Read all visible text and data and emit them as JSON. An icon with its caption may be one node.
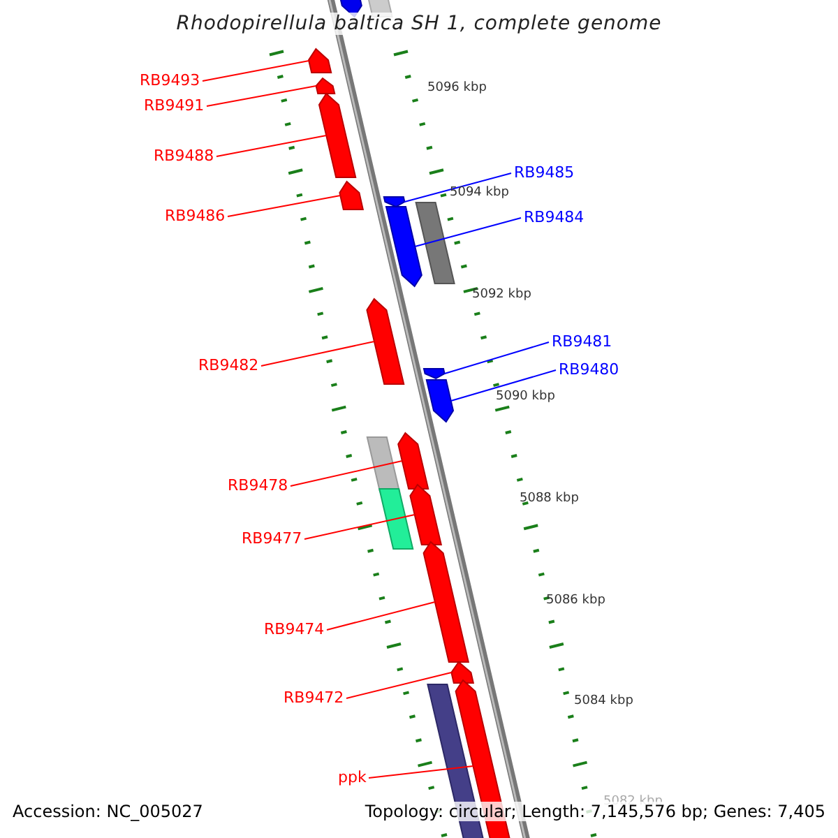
{
  "diagram": {
    "title": "Rhodopirellula baltica SH 1, complete genome",
    "nodes": [
      {
        "text": [
          "RB9493"
        ]
      },
      {
        "text": [
          "RB9491"
        ]
      },
      {
        "text": [
          "RB9488"
        ]
      },
      {
        "text": [
          "RB9486"
        ]
      },
      {
        "text": [
          "RB9482"
        ]
      },
      {
        "text": [
          "RB9478"
        ]
      },
      {
        "text": [
          "RB9477"
        ]
      },
      {
        "text": [
          "RB9474"
        ]
      },
      {
        "text": [
          "RB9472"
        ]
      },
      {
        "text": [
          "ppk"
        ]
      },
      {
        "text": [
          "RB9485"
        ]
      },
      {
        "text": [
          "RB9484"
        ]
      },
      {
        "text": [
          "RB9481"
        ]
      },
      {
        "text": [
          "RB9480"
        ]
      },
      {
        "text": [],
        "shape": "arrow"
      },
      {
        "text": [],
        "shape": "arrow"
      },
      {
        "text": [],
        "shape": "arrow"
      },
      {
        "text": [],
        "shape": "arrow"
      },
      {
        "text": [],
        "shape": "arrow"
      },
      {
        "text": [],
        "shape": "arrow"
      },
      {
        "text": [],
        "shape": "arrow"
      },
      {
        "text": [],
        "shape": "arrow"
      },
      {
        "text": [],
        "shape": "arrow"
      },
      {
        "text": [],
        "shape": "arrow"
      },
      {
        "text": [],
        "shape": "arrow"
      },
      {
        "text": [],
        "shape": "arrow"
      },
      {
        "text": [],
        "shape": "arrow"
      },
      {
        "text": [],
        "shape": "arrow"
      }
    ],
    "edges": [
      {
        "from": 0,
        "to": 14,
        "arrow": "none"
      },
      {
        "from": 1,
        "to": 15,
        "arrow": "none"
      },
      {
        "from": 2,
        "to": 16,
        "arrow": "none"
      },
      {
        "from": 3,
        "to": 17,
        "arrow": "none"
      },
      {
        "from": 4,
        "to": 18,
        "arrow": "none"
      },
      {
        "from": 5,
        "to": 19,
        "arrow": "none"
      },
      {
        "from": 6,
        "to": 20,
        "arrow": "none"
      },
      {
        "from": 7,
        "to": 21,
        "arrow": "none"
      },
      {
        "from": 8,
        "to": 22,
        "arrow": "none"
      },
      {
        "from": 9,
        "to": 23,
        "arrow": "none"
      },
      {
        "from": 10,
        "to": 24,
        "arrow": "none",
        "color": "#0000ff"
      },
      {
        "from": 11,
        "to": 25,
        "arrow": "none",
        "color": "#0000ff"
      },
      {
        "from": 12,
        "to": 26,
        "arrow": "none",
        "color": "#0000ff"
      },
      {
        "from": 13,
        "to": 27,
        "arrow": "none",
        "color": "#0000ff"
      }
    ],
    "labels": [
      "5096 kbp",
      "5094 kbp",
      "5092 kbp",
      "5090 kbp",
      "5088 kbp",
      "5086 kbp",
      "5084 kbp",
      "5082 kbp",
      "Accession: NC_005027",
      "Topology: circular; Length: 7,145,576 bp; Genes: 7,405"
    ]
  }
}
